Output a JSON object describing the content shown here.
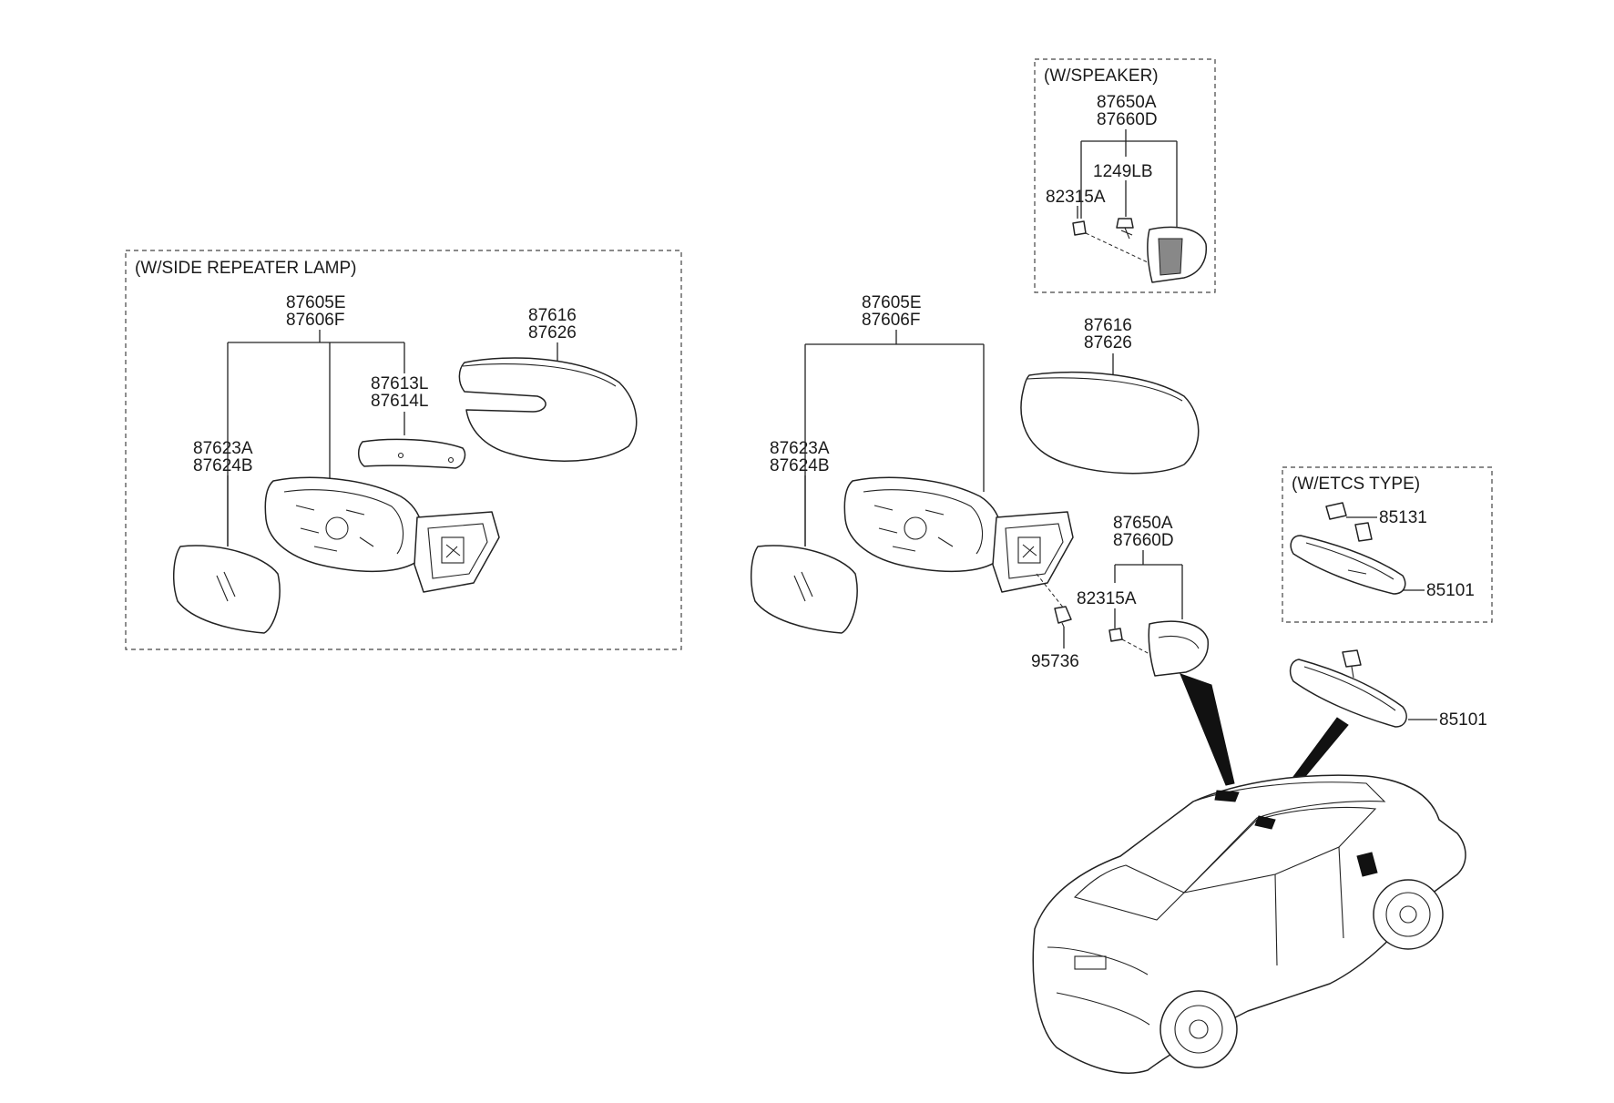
{
  "groups": {
    "side_repeater": {
      "title": "(W/SIDE REPEATER LAMP)"
    },
    "speaker": {
      "title": "(W/SPEAKER)"
    },
    "etcs": {
      "title": "(W/ETCS TYPE)"
    }
  },
  "labels": {
    "l_87605E": "87605E",
    "l_87606F": "87606F",
    "l_87616": "87616",
    "l_87626": "87626",
    "l_87613L": "87613L",
    "l_87614L": "87614L",
    "l_87623A": "87623A",
    "l_87624B": "87624B",
    "r_87605E": "87605E",
    "r_87606F": "87606F",
    "r_87616": "87616",
    "r_87626": "87626",
    "r_87623A": "87623A",
    "r_87624B": "87624B",
    "r_87650A": "87650A",
    "r_87660D": "87660D",
    "r_82315A": "82315A",
    "r_95736": "95736",
    "r_85101": "85101",
    "s_87650A": "87650A",
    "s_87660D": "87660D",
    "s_1249LB": "1249LB",
    "s_82315A": "82315A",
    "e_85131": "85131",
    "e_85101": "85101"
  }
}
